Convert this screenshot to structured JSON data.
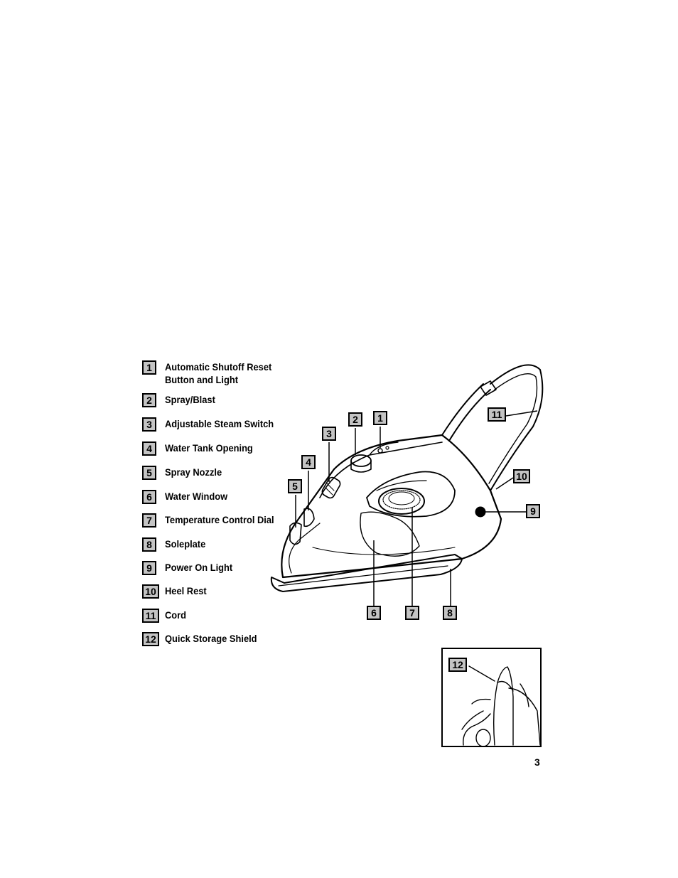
{
  "legend": [
    {
      "num": "1",
      "label": "Automatic Shutoff Reset",
      "label2": "Button and Light"
    },
    {
      "num": "2",
      "label": "Spray/Blast"
    },
    {
      "num": "3",
      "label": "Adjustable Steam Switch"
    },
    {
      "num": "4",
      "label": "Water Tank Opening"
    },
    {
      "num": "5",
      "label": "Spray Nozzle"
    },
    {
      "num": "6",
      "label": "Water Window"
    },
    {
      "num": "7",
      "label": "Temperature Control Dial"
    },
    {
      "num": "8",
      "label": "Soleplate"
    },
    {
      "num": "9",
      "label": "Power On Light"
    },
    {
      "num": "10",
      "label": "Heel Rest"
    },
    {
      "num": "11",
      "label": "Cord"
    },
    {
      "num": "12",
      "label": "Quick Storage Shield"
    }
  ],
  "page_number": "3"
}
